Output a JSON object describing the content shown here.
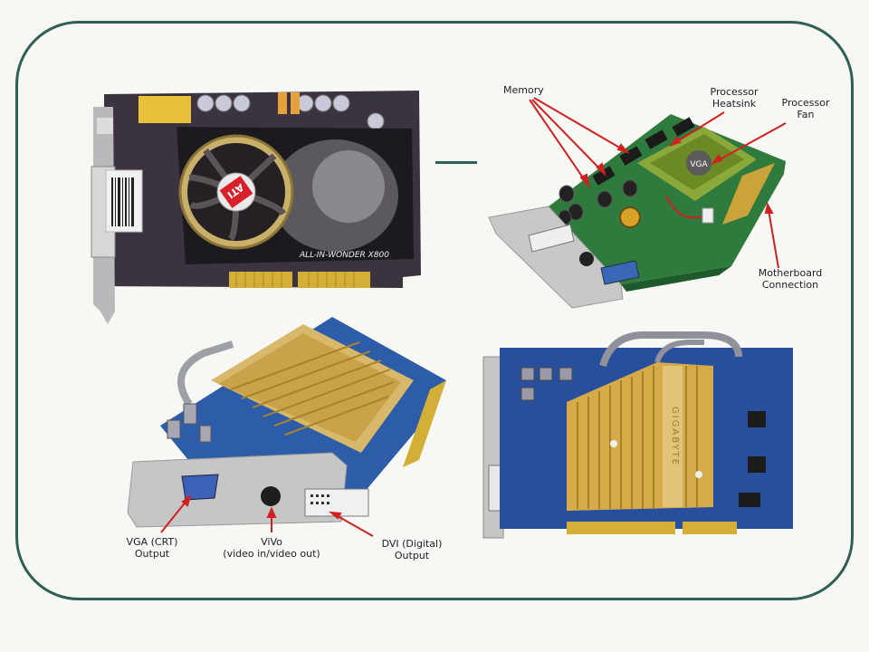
{
  "slide": {
    "border_color": "#2f5f55",
    "background": "#f6f6f2"
  },
  "card1": {
    "brand_text": "ATI",
    "model_text": "ALL-IN-WONDER X800"
  },
  "card2": {
    "brand_text": "VGA",
    "labels": {
      "memory": "Memory",
      "heatsink_line1": "Processor",
      "heatsink_line2": "Heatsink",
      "fan_line1": "Processor",
      "fan_line2": "Fan",
      "mobo_line1": "Motherboard",
      "mobo_line2": "Connection"
    },
    "arrow_color": "#d22020"
  },
  "card3": {
    "labels": {
      "vga_line1": "VGA (CRT)",
      "vga_line2": "Output",
      "vivo_line1": "ViVo",
      "vivo_line2": "(video in/video out)",
      "dvi_line1": "DVI (Digital)",
      "dvi_line2": "Output"
    }
  },
  "card4": {
    "brand_text": "GIGABYTE"
  }
}
